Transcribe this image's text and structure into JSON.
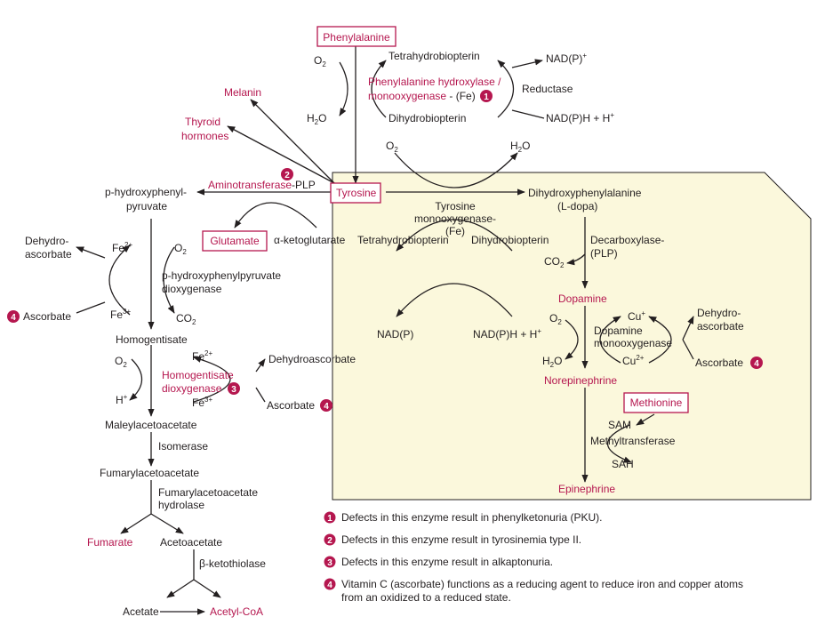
{
  "colors": {
    "accent_red": "#b5174f",
    "panel_fill": "#fbf8dc",
    "text": "#231f20"
  },
  "nodes": {
    "phenylalanine": "Phenylalanine",
    "o2_top": "O",
    "tetrahydrobiopterin_top": "Tetrahydrobiopterin",
    "nadp_plus_top": "NAD(P)",
    "phe_hydroxylase_1": "Phenylalanine hydroxylase /",
    "phe_hydroxylase_2": "monooxygenase",
    "phe_hydroxylase_fe": " - (Fe)",
    "reductase": "Reductase",
    "h2o_top": "H",
    "dihydrobiopterin_top": "Dihydrobiopterin",
    "nadph_top": "NAD(P)H + H",
    "melanin": "Melanin",
    "thyroid_1": "Thyroid",
    "thyroid_2": "hormones",
    "aminotransferase": "Aminotransferase",
    "aminotransferase_plp": "-PLP",
    "tyrosine": "Tyrosine",
    "dopa_1": "Dihydroxyphenylalanine",
    "dopa_2": "(L-dopa)",
    "o2_tyr": "O",
    "h2o_tyr": "H",
    "tyr_mono_1": "Tyrosine",
    "tyr_mono_2": "monooxygenase-",
    "tyr_mono_3": "(Fe)",
    "hppyr_1": "p-hydroxyphenyl-",
    "hppyr_2": "pyruvate",
    "glutamate": "Glutamate",
    "akg": "α-ketoglutarate",
    "thb_mid": "Tetrahydrobiopterin",
    "dhb_mid": "Dihydrobiopterin",
    "decarb_1": "Decarboxylase-",
    "decarb_2": "(PLP)",
    "co2_dopa": "CO",
    "dehydroasc_left_1": "Dehydro-",
    "dehydroasc_left_2": "ascorbate",
    "fe2_left": "Fe",
    "o2_left": "O",
    "hpp_diox_1": "p-hydroxyphenylpyruvate",
    "hpp_diox_2": "dioxygenase",
    "ascorbate_left": "Ascorbate",
    "fe3_left": "Fe",
    "co2_left": "CO",
    "homogentisate": "Homogentisate",
    "fe2_hg": "Fe",
    "o2_hg": "O",
    "dehydroascorbate_hg": "Dehydroascorbate",
    "hg_diox_1": "Homogentisate",
    "hg_diox_2": "dioxygenase",
    "h_plus_hg": "H",
    "fe3_hg": "Fe",
    "ascorbate_hg": "Ascorbate",
    "maleyl": "Maleylacetoacetate",
    "isomerase": "Isomerase",
    "fumarylaa": "Fumarylacetoacetate",
    "fumhyd_1": "Fumarylacetoacetate",
    "fumhyd_2": "hydrolase",
    "fumarate": "Fumarate",
    "acetoacetate": "Acetoacetate",
    "ketothiolase": "β-ketothiolase",
    "acetate": "Acetate",
    "acetylcoa": "Acetyl-CoA",
    "nadp_mid": "NAD(P)",
    "nadph_mid": "NAD(P)H + H",
    "dopamine": "Dopamine",
    "o2_dbh": "O",
    "cu_plus": "Cu",
    "dehydroasc_right_1": "Dehydro-",
    "dehydroasc_right_2": "ascorbate",
    "dbh_1": "Dopamine",
    "dbh_2": "monooxygenase",
    "h2o_dbh": "H",
    "cu2": "Cu",
    "ascorbate_right": "Ascorbate",
    "norepinephrine": "Norepinephrine",
    "methionine": "Methionine",
    "sam": "SAM",
    "methyltransferase": "Methyltransferase",
    "sah": "SAH",
    "epinephrine": "Epinephrine"
  },
  "subs": {
    "two": "2",
    "plus": "+",
    "two_plus": "2+",
    "three_plus": "3+"
  },
  "badges": [
    "1",
    "2",
    "3",
    "4"
  ],
  "legend": [
    {
      "num": "1",
      "text": "Defects in this enzyme result in phenylketonuria (PKU)."
    },
    {
      "num": "2",
      "text": "Defects in this enzyme result in tyrosinemia type II."
    },
    {
      "num": "3",
      "text": "Defects in this enzyme result in alkaptonuria."
    },
    {
      "num": "4",
      "text": "Vitamin C (ascorbate) functions as a reducing agent to reduce iron and copper atoms",
      "text2": "from an oxidized to a reduced state."
    }
  ]
}
